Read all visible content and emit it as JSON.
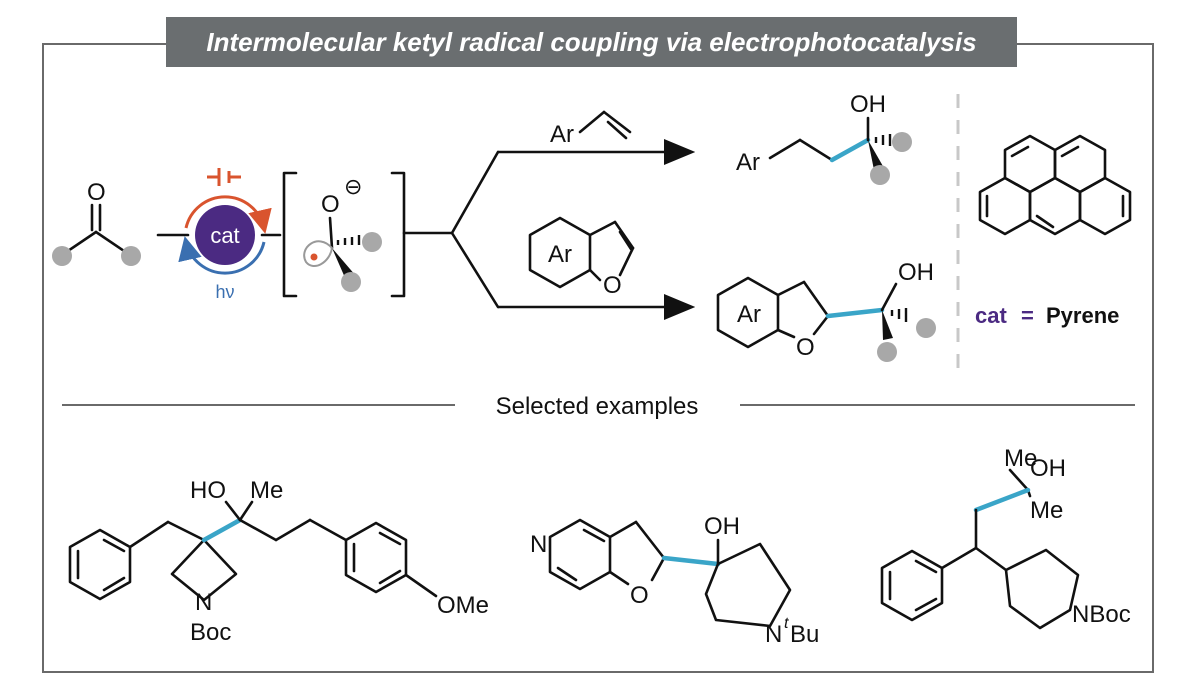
{
  "title": "Intermolecular ketyl radical coupling via electrophotocatalysis",
  "colors": {
    "frame": "#6a6a6a",
    "title_bg": "#6a6e70",
    "catalyst": "#4b2a82",
    "electro_arc": "#d9542e",
    "photo_arc": "#3a6fb0",
    "new_bond": "#3aa5c8",
    "substituent_dot": "#a8a8a8"
  },
  "scheme": {
    "catalyst_label": "cat",
    "light_label": "hν",
    "ketone_O": "O",
    "ketyl_O": "O",
    "ketyl_charge": "⊖",
    "alkene_reagent": "Ar",
    "benzofuran_ring_label": "Ar",
    "benzofuran_O": "O",
    "product1_Ar": "Ar",
    "product1_OH": "OH",
    "product2_Ar": "Ar",
    "product2_O": "O",
    "product2_OH": "OH"
  },
  "catalyst_legend": {
    "cat": "cat",
    "equals": "=",
    "name": "Pyrene"
  },
  "examples_heading": "Selected examples",
  "examples": {
    "ex1": {
      "HO": "HO",
      "Me": "Me",
      "N": "N",
      "Boc": "Boc",
      "OMe": "OMe"
    },
    "ex2": {
      "N": "N",
      "O": "O",
      "OH": "OH",
      "N_amine": "N",
      "t": "t",
      "Bu": "Bu"
    },
    "ex3": {
      "Me_top": "Me",
      "OH": "OH",
      "Me_bottom": "Me",
      "NBoc": "NBoc"
    }
  }
}
